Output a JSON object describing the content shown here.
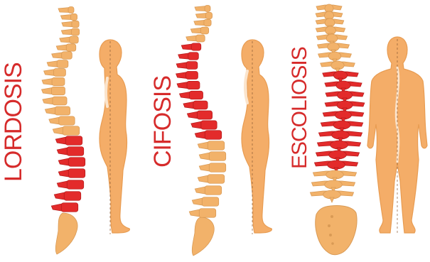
{
  "colors": {
    "normal": "#f2b26a",
    "normal_dark": "#d99a55",
    "affected": "#e32b2b",
    "affected_dark": "#b71c1c",
    "body": "#f4ad68",
    "body_outline": "#e89c52",
    "label": "#d62b2b"
  },
  "panels": [
    {
      "label": "LORDOSIS"
    },
    {
      "label": "CIFOSIS"
    },
    {
      "label": "ESCOLIOSIS"
    }
  ]
}
